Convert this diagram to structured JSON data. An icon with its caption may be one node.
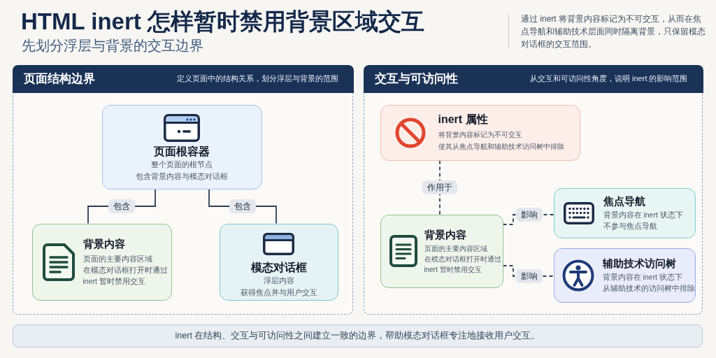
{
  "diagram": {
    "title": "HTML inert 怎样暂时禁用背景区域交互",
    "nodes": [
      {
        "text": [
          "页面结构边界",
          "定义页面中的结构关系，划分浮层与背景的范围"
        ]
      },
      {
        "text": [
          "页面根容器",
          "整个页面的根节点",
          "包含背景内容与模态对话框"
        ],
        "in": 0
      },
      {
        "text": [
          "背景内容",
          "页面的主要内容区域",
          "在模态对话框打开时通过 inert 暂时禁用交互"
        ],
        "in": 0
      },
      {
        "text": [
          "模态对话框",
          "浮层内容",
          "获得焦点并与用户交互"
        ],
        "in": 0
      },
      {
        "text": [
          "交互与可访问性",
          "从交互和可访问性角度，说明 inert 的影响范围"
        ]
      },
      {
        "text": [
          "inert 属性",
          "将背景内容标记为不可交互",
          "使其从焦点导航和辅助技术访问树中排除"
        ],
        "in": 4
      },
      {
        "text": [
          "背景内容",
          "页面的主要内容区域",
          "在模态对话框打开时通过 inert 暂时禁用交互"
        ],
        "in": 4
      },
      {
        "text": [
          "焦点导航",
          "背景内容在 inert 状态下",
          "不参与焦点导航"
        ],
        "in": 4
      },
      {
        "text": [
          "辅助技术访问树",
          "背景内容在 inert 状态下",
          "从辅助技术的访问树中排除"
        ],
        "in": 4
      },
      {
        "text": [
          "inert 在结构、交互与可访问性之间建立一致的边界，帮助模态对话框专注地接收用户交互。"
        ]
      }
    ],
    "edges": [
      {
        "from": 1,
        "to": 2,
        "arrow": "none",
        "label": "包含"
      },
      {
        "from": 1,
        "to": 3,
        "arrow": "none",
        "label": "包含"
      },
      {
        "from": 5,
        "to": 6,
        "arrow": "none",
        "label": "作用于",
        "style": "dashed"
      },
      {
        "from": 6,
        "to": 7,
        "arrow": "none",
        "label": "影响",
        "style": "dashed"
      },
      {
        "from": 6,
        "to": 8,
        "arrow": "none",
        "label": "影响",
        "style": "dashed"
      }
    ],
    "labels": [
      "先划分浮层与背景的交互边界",
      "通过 inert 将背景内容标记为不可交互，从而在焦点导航和辅助技术层面同时隔离背景，只保留模态对话框的交互范围。"
    ]
  }
}
